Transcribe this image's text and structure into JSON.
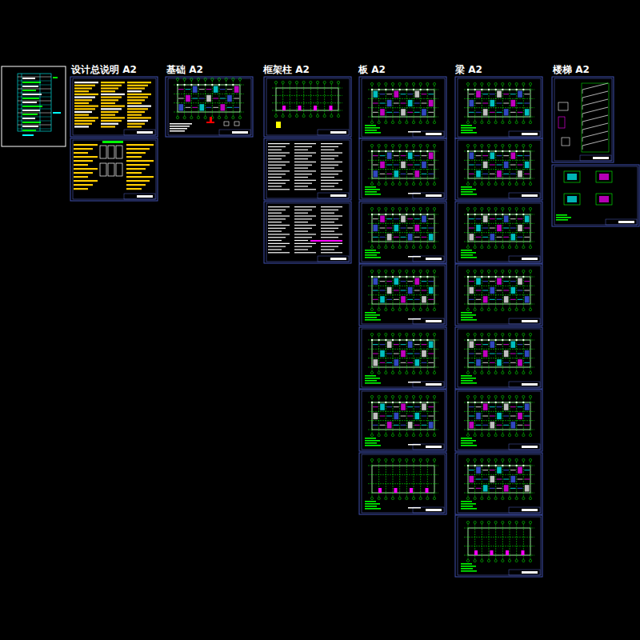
{
  "diagram": {
    "labels": [
      "设计总说明 A2",
      "基础 A2",
      "框架柱 A2",
      "板 A2",
      "梁 A2",
      "楼梯 A2"
    ]
  }
}
